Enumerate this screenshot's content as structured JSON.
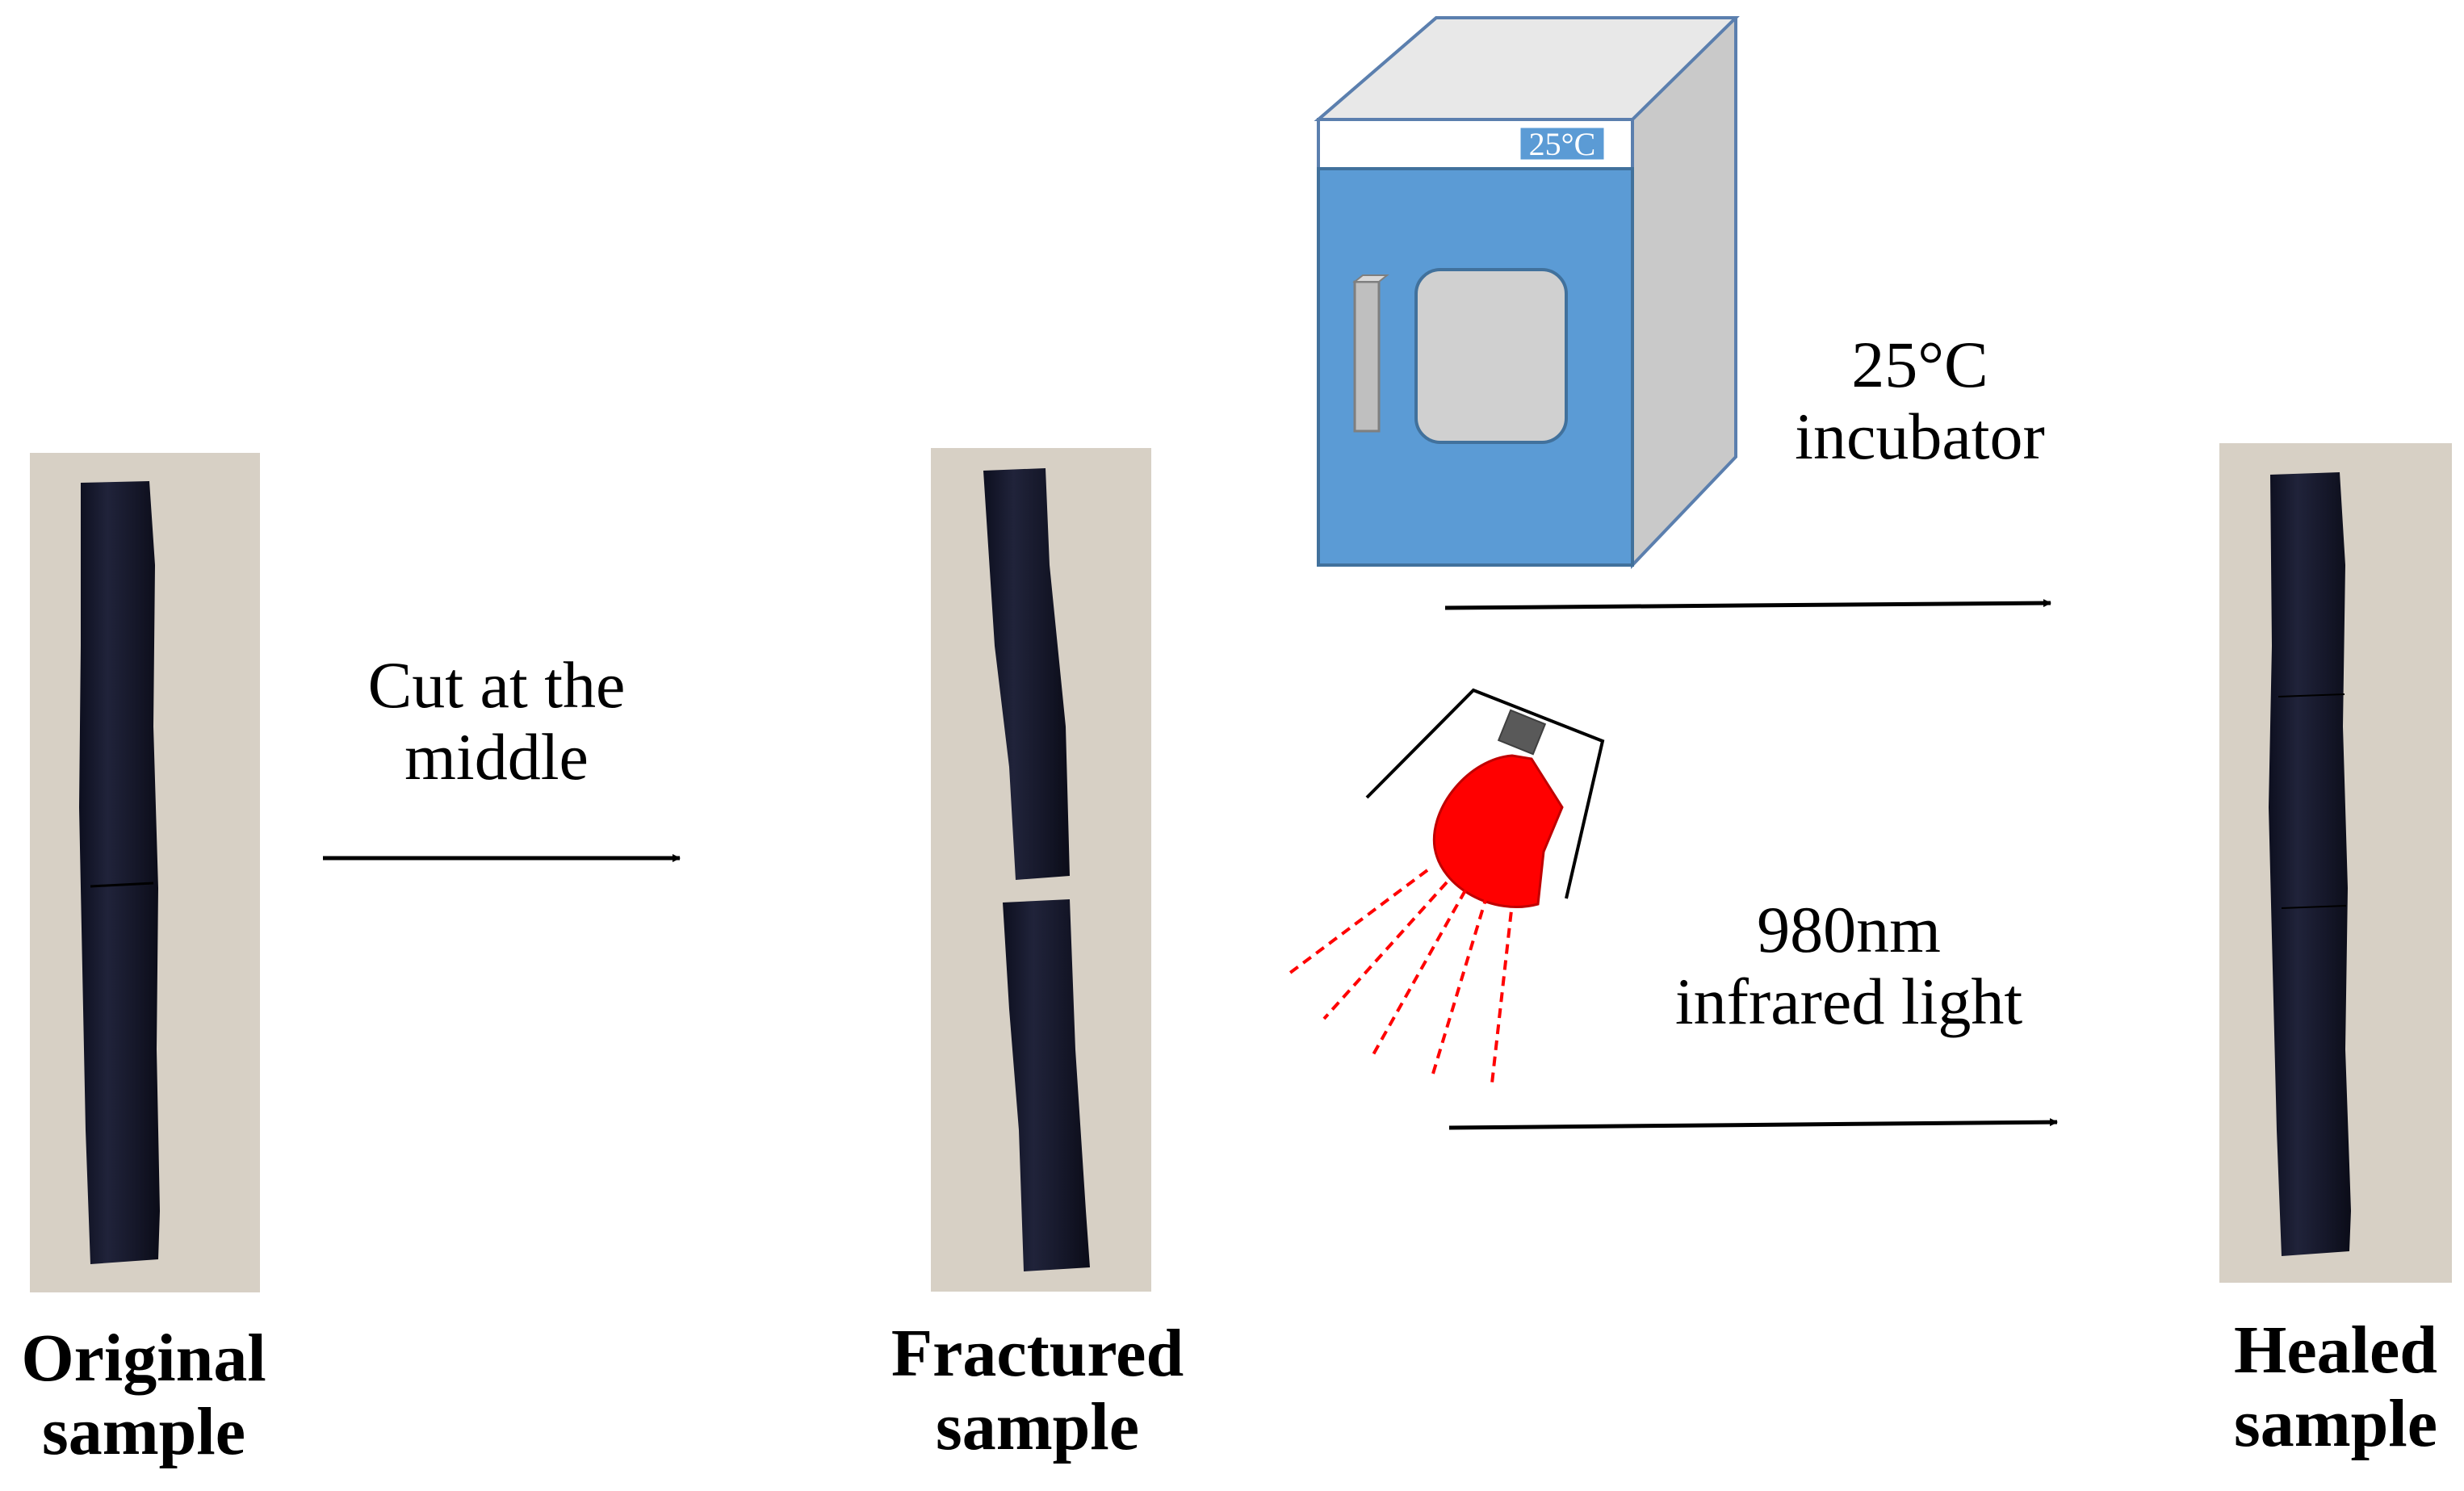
{
  "samples": {
    "original": {
      "line1": "Original",
      "line2": "sample"
    },
    "fractured": {
      "line1": "Fractured",
      "line2": "sample"
    },
    "healed": {
      "line1": "Healed",
      "line2": "sample"
    }
  },
  "steps": {
    "cut": {
      "line1": "Cut at the",
      "line2": "middle"
    },
    "incubator": {
      "line1": "25°C",
      "line2": "incubator",
      "display": "25°C"
    },
    "infrared": {
      "line1": "980nm",
      "line2": "infrared light"
    }
  },
  "colors": {
    "photo_background": "#d7d0c5",
    "sample_strip": "#15172b",
    "incubator_body": "#5b9bd5",
    "incubator_side": "#c9c9c9",
    "incubator_top": "#e8e8e8",
    "lamp_bulb": "#ff0000",
    "light_rays": "#ff0000",
    "arrow": "#000000"
  },
  "icons": [
    "incubator-icon",
    "infrared-lamp-icon"
  ]
}
